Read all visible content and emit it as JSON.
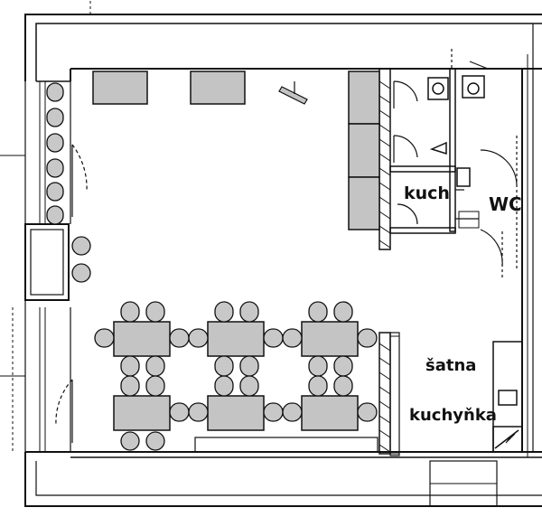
{
  "rooms": {
    "wc": "WC",
    "kuch": "kuch",
    "satna": "šatna",
    "kuchynka": "kuchyňka"
  },
  "colors": {
    "wall": "#111111",
    "furniture_fill": "#c4c4c4",
    "chair_fill": "#c8c8c8",
    "background": "#ffffff"
  }
}
